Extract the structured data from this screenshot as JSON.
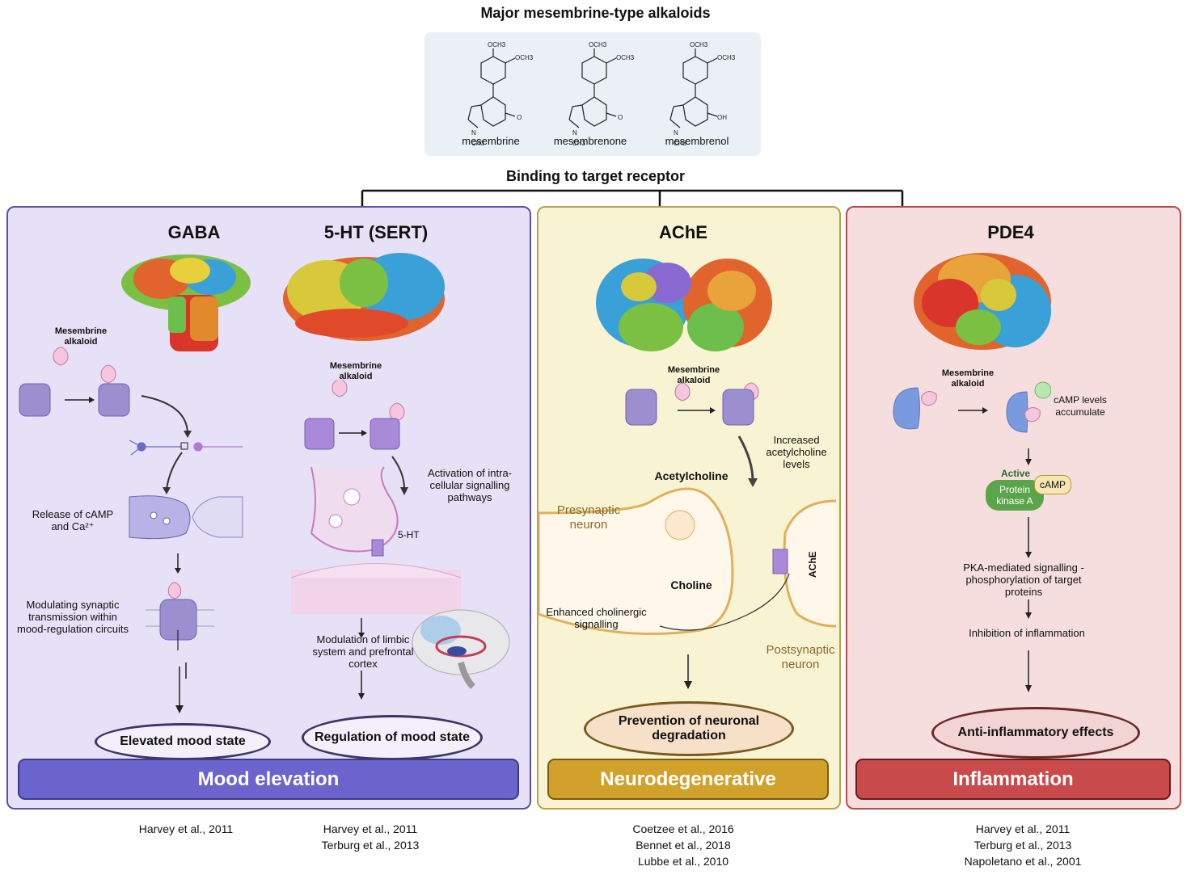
{
  "header": {
    "title": "Major mesembrine-type alkaloids",
    "binding": "Binding to target receptor"
  },
  "molecules": [
    {
      "name": "mesembrine",
      "sub_a": "OCH3",
      "sub_b": "OCH3",
      "n": "N",
      "me": "CH3",
      "group": "O"
    },
    {
      "name": "mesembrenone",
      "sub_a": "OCH3",
      "sub_b": "OCH3",
      "n": "N",
      "me": "CH3",
      "group": "O"
    },
    {
      "name": "mesembrenol",
      "sub_a": "OCH3",
      "sub_b": "OCH3",
      "n": "N",
      "me": "CH3",
      "group": "OH"
    }
  ],
  "mood": {
    "gaba": {
      "title": "GABA",
      "alkaloid": "Mesembrine alkaloid",
      "release": "Release of cAMP and Ca²⁺",
      "modulating": "Modulating synaptic transmission within mood-regulation circuits",
      "outcome": "Elevated mood state"
    },
    "sert": {
      "title": "5-HT (SERT)",
      "alkaloid": "Mesembrine alkaloid",
      "activation": "Activation of intra-cellular signalling pathways",
      "ht": "5-HT",
      "modulation": "Modulation of limbic system and prefrontal cortex",
      "outcome": "Regulation of mood state"
    },
    "category": "Mood elevation",
    "refs_gaba": [
      "Harvey et al., 2011"
    ],
    "refs_sert": [
      "Harvey et al., 2011",
      "Terburg et al., 2013"
    ]
  },
  "ache": {
    "title": "AChE",
    "alkaloid": "Mesembrine alkaloid",
    "increased": "Increased acetylcholine levels",
    "acetylcholine": "Acetylcholine",
    "choline": "Choline",
    "presynaptic": "Presynaptic neuron",
    "postsynaptic": "Postsynaptic neuron",
    "enzyme": "AChE",
    "enhanced": "Enhanced cholinergic signalling",
    "outcome": "Prevention of neuronal degradation",
    "category": "Neurodegenerative",
    "refs": [
      "Coetzee et al., 2016",
      "Bennet et al., 2018",
      "Lubbe et al., 2010"
    ]
  },
  "pde4": {
    "title": "PDE4",
    "alkaloid": "Mesembrine alkaloid",
    "camp_levels": "cAMP levels accumulate",
    "active": "Active",
    "pka": "Protein kinase A",
    "camp": "cAMP",
    "pka_signalling": "PKA-mediated signalling - phosphorylation of target proteins",
    "inhibition": "Inhibition of inflammation",
    "outcome": "Anti-inflammatory effects",
    "category": "Inflammation",
    "refs": [
      "Harvey et al., 2011",
      "Terburg et al., 2013",
      "Napoletano et al., 2001"
    ]
  },
  "colors": {
    "mood_bar": "#6b64cc",
    "ache_bar": "#d1a12c",
    "pde_bar": "#c94a4a",
    "mood_bg": "#e6e1f6",
    "ache_bg": "#f8f3d2",
    "pde_bg": "#f6dede"
  }
}
